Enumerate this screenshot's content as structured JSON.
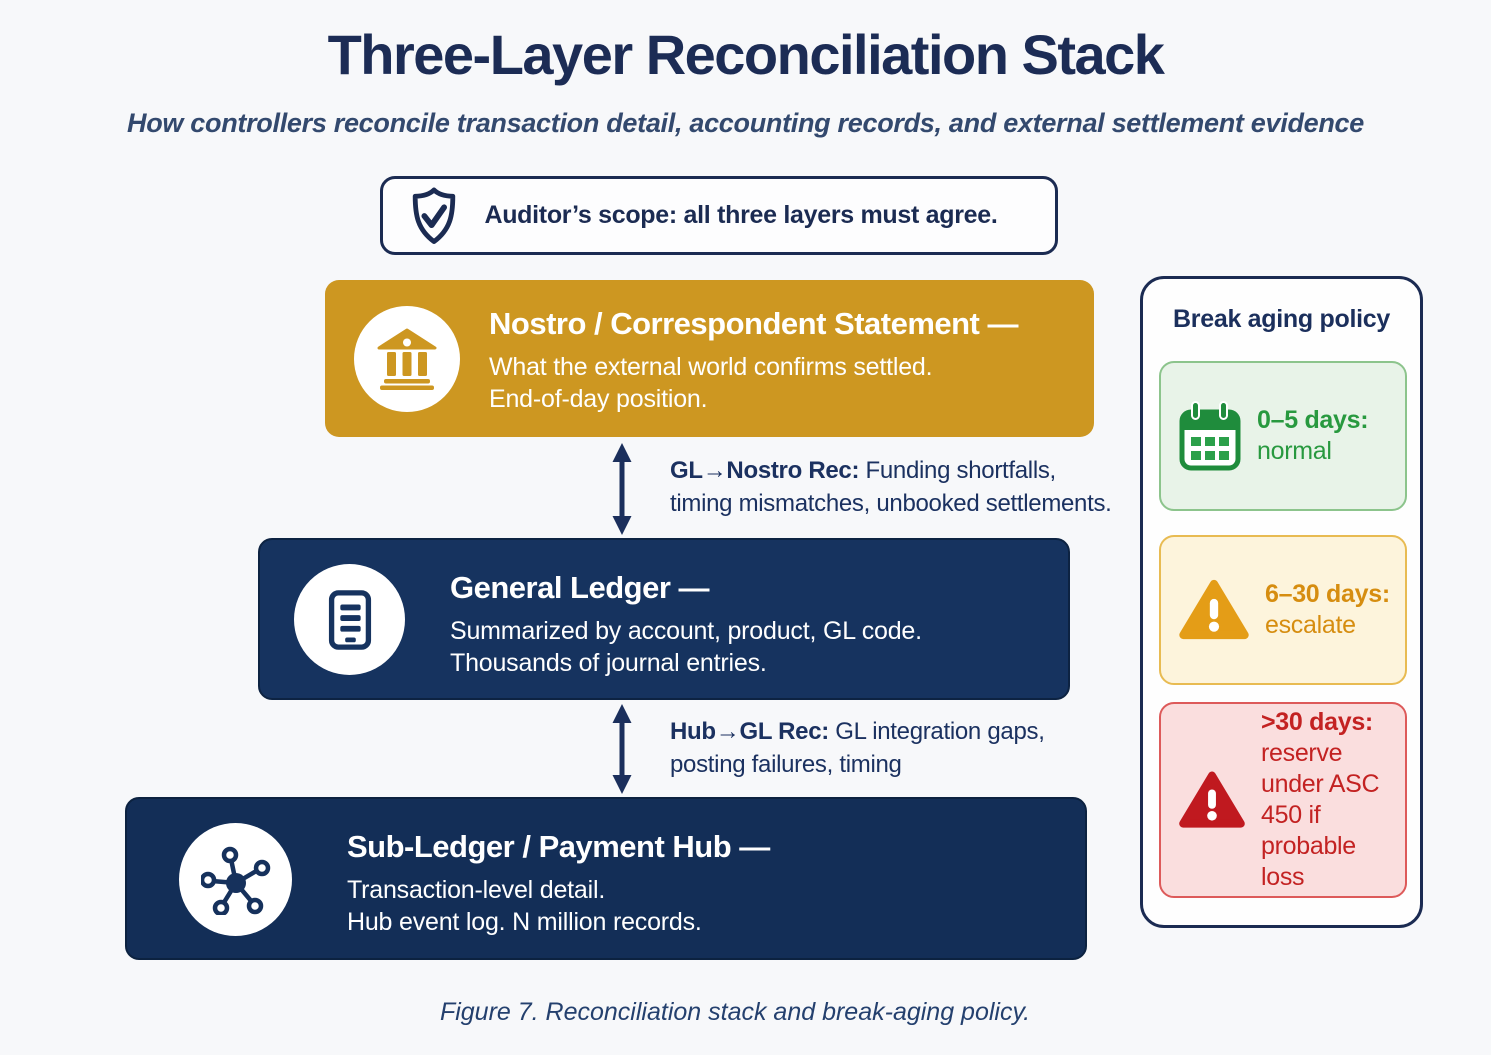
{
  "header": {
    "title": "Three-Layer Reconciliation Stack",
    "subtitle": "How controllers reconcile transaction detail, accounting records, and external settlement evidence"
  },
  "scope_banner": {
    "icon": "shield-check-icon",
    "text": "Auditor’s scope: all three layers must agree."
  },
  "layers": [
    {
      "icon": "bank-icon",
      "title": "Nostro / Correspondent Statement —",
      "line1": "What the external world confirms settled.",
      "line2": "End-of-day position.",
      "color": "#CD9721"
    },
    {
      "icon": "tablet-ledger-icon",
      "title": "General Ledger —",
      "line1": "Summarized by account, product, GL code.",
      "line2": "Thousands of journal entries.",
      "color": "#16335F"
    },
    {
      "icon": "hub-network-icon",
      "title": "Sub-Ledger / Payment Hub —",
      "line1": "Transaction-level detail.",
      "line2": "Hub event log. N million records.",
      "color": "#132E57"
    }
  ],
  "connectors": [
    {
      "bold": "GL→Nostro Rec:",
      "rest": " Funding shortfalls,",
      "line2": "timing mismatches, unbooked settlements."
    },
    {
      "bold": "Hub→GL Rec:",
      "rest": " GL integration gaps,",
      "line2": "posting failures, timing"
    }
  ],
  "aging_panel": {
    "title": "Break aging policy",
    "cards": [
      {
        "icon": "calendar-icon",
        "range": "0–5 days:",
        "action": "normal",
        "text_color": "#28993F",
        "bg": "#E8F3E8",
        "border": "#8CC48C"
      },
      {
        "icon": "warning-triangle-icon",
        "range": "6–30 days:",
        "action": "escalate",
        "text_color": "#D68D10",
        "bg": "#FDF4DC",
        "border": "#E8BB52"
      },
      {
        "icon": "alert-triangle-icon",
        "range": ">30 days:",
        "action": "reserve under ASC 450 if probable loss",
        "text_color": "#C32222",
        "bg": "#FADEDE",
        "border": "#DD5A5A"
      }
    ]
  },
  "caption": "Figure 7. Reconciliation stack and break-aging policy.",
  "colors": {
    "navy": "#1B2B52",
    "gold": "#CD9721",
    "background": "#F7F8FA"
  }
}
